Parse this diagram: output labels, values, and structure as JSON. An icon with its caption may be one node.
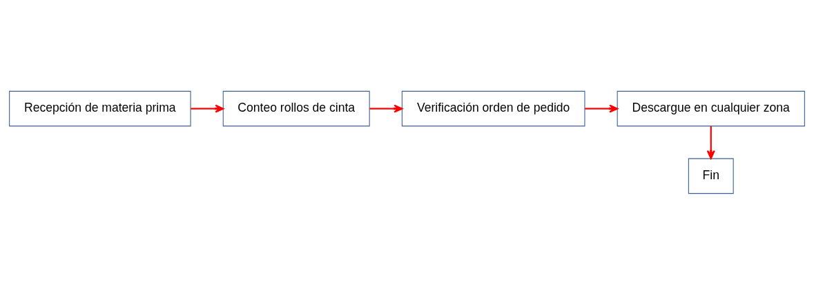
{
  "diagram": {
    "nodes": [
      {
        "text": [
          "Recepción de materia prima"
        ]
      },
      {
        "text": [
          "Conteo rollos de cinta"
        ]
      },
      {
        "text": [
          "Verificación orden de pedido"
        ]
      },
      {
        "text": [
          "Descargue en cualquier zona"
        ]
      },
      {
        "text": [
          "Fin"
        ]
      }
    ],
    "edges": [
      {
        "from": 0,
        "to": 1,
        "arrow": "to"
      },
      {
        "from": 1,
        "to": 2,
        "arrow": "to"
      },
      {
        "from": 2,
        "to": 3,
        "arrow": "to"
      },
      {
        "from": 3,
        "to": 4,
        "arrow": "to"
      }
    ]
  }
}
